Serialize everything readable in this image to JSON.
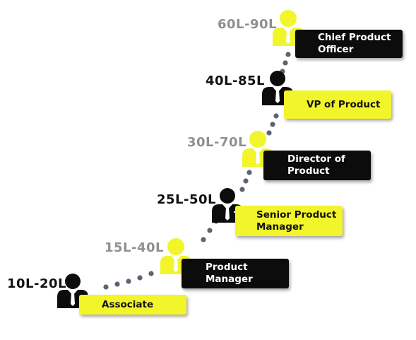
{
  "colors": {
    "accent_yellow": "#f2f52a",
    "dark": "#0c0c0c",
    "salary_gray": "#8f8f8f",
    "dot_gray": "#5d6370"
  },
  "levels": [
    {
      "title": "Associate",
      "salary": "10L-20L",
      "figure": "person-dark-icon"
    },
    {
      "title": "Product Manager",
      "salary": "15L-40L",
      "figure": "person-yellow-icon"
    },
    {
      "title": "Senior Product Manager",
      "salary": "25L-50L",
      "figure": "person-dark-icon"
    },
    {
      "title": "Director of Product",
      "salary": "30L-70L",
      "figure": "person-yellow-icon"
    },
    {
      "title": "VP of Product",
      "salary": "40L-85L",
      "figure": "person-dark-icon"
    },
    {
      "title": "Chief Product Officer",
      "salary": "60L-90L",
      "figure": "person-yellow-icon"
    }
  ],
  "label_lines": {
    "associate": [
      "Associate"
    ],
    "product_manager": [
      "Product",
      "Manager"
    ],
    "senior_product_manager": [
      "Senior Product",
      "Manager"
    ],
    "director_of_product": [
      "Director of",
      "Product"
    ],
    "vp_of_product": [
      "VP of Product"
    ],
    "chief_product_officer": [
      "Chief Product",
      "Officer"
    ]
  }
}
